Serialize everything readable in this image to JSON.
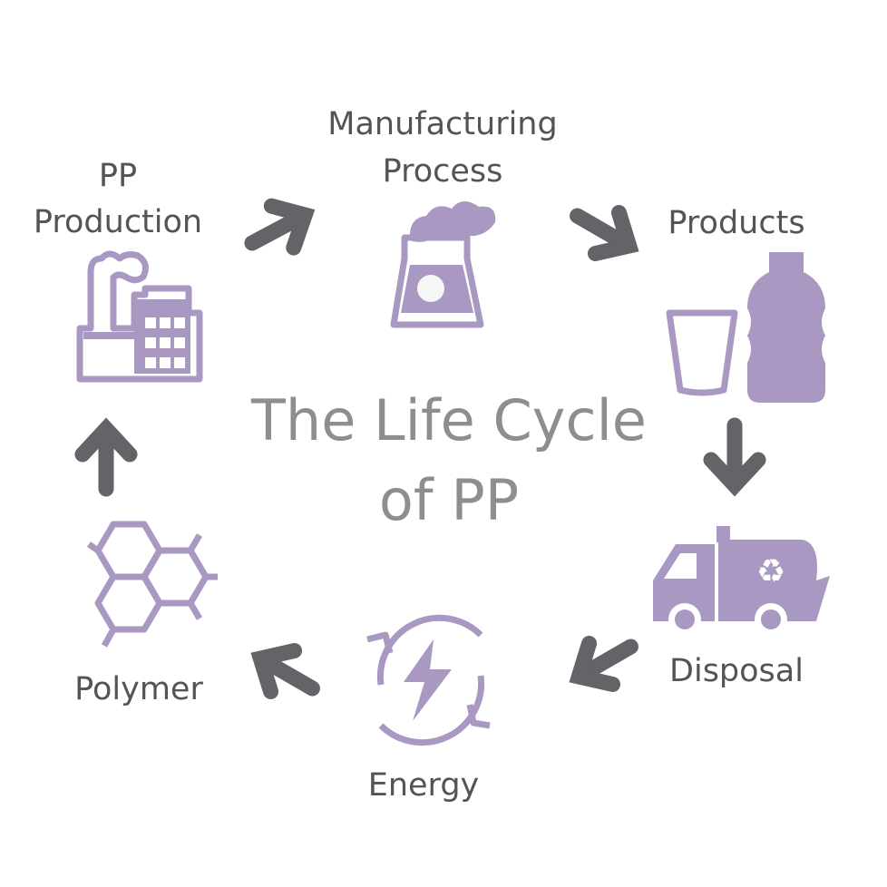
{
  "title": {
    "line1": "The Life Cycle",
    "line2": "of PP"
  },
  "stages": {
    "pp_production": {
      "line1": "PP",
      "line2": "Production",
      "icon": "factory-icon"
    },
    "manufacturing": {
      "line1": "Manufacturing",
      "line2": "Process",
      "icon": "cooling-tower-icon"
    },
    "products": {
      "label": "Products",
      "icon": "cup-and-bottle-icon"
    },
    "disposal": {
      "label": "Disposal",
      "icon": "recycling-truck-icon"
    },
    "energy": {
      "label": "Energy",
      "icon": "energy-cycle-icon"
    },
    "polymer": {
      "label": "Polymer",
      "icon": "hexagon-molecule-icon"
    }
  },
  "colors": {
    "icon": "#a898c2",
    "arrow": "#636368",
    "label": "#535358",
    "title": "#8e8e8e"
  }
}
